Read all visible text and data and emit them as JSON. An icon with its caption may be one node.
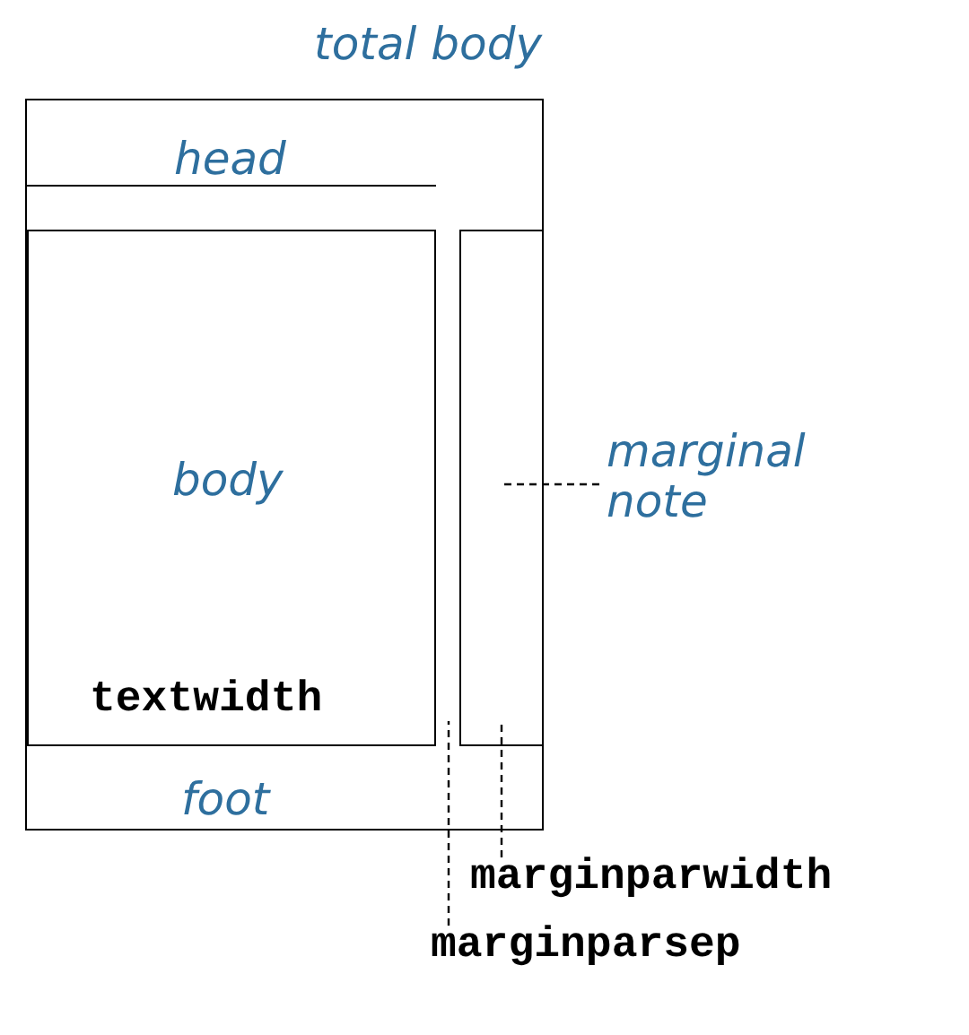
{
  "diagram": {
    "nodes": [
      {
        "text": [
          "total body"
        ]
      },
      {
        "text": [
          "head"
        ],
        "in": 0
      },
      {
        "text": [
          "body",
          "textwidth"
        ],
        "in": 0
      },
      {
        "text": [],
        "shape": "box",
        "in": 0
      },
      {
        "text": [
          "foot"
        ],
        "in": 0
      },
      {
        "text": [
          "marginal note"
        ]
      },
      {
        "text": [
          "marginparwidth"
        ]
      },
      {
        "text": [
          "marginparsep"
        ]
      }
    ],
    "edges": [
      {
        "from": 5,
        "to": 3,
        "arrow": "none",
        "style": "dashed"
      },
      {
        "from": 6,
        "to": 3,
        "arrow": "none",
        "style": "dashed"
      },
      {
        "from": 7,
        "to": 3,
        "arrow": "none",
        "style": "dashed"
      }
    ]
  }
}
